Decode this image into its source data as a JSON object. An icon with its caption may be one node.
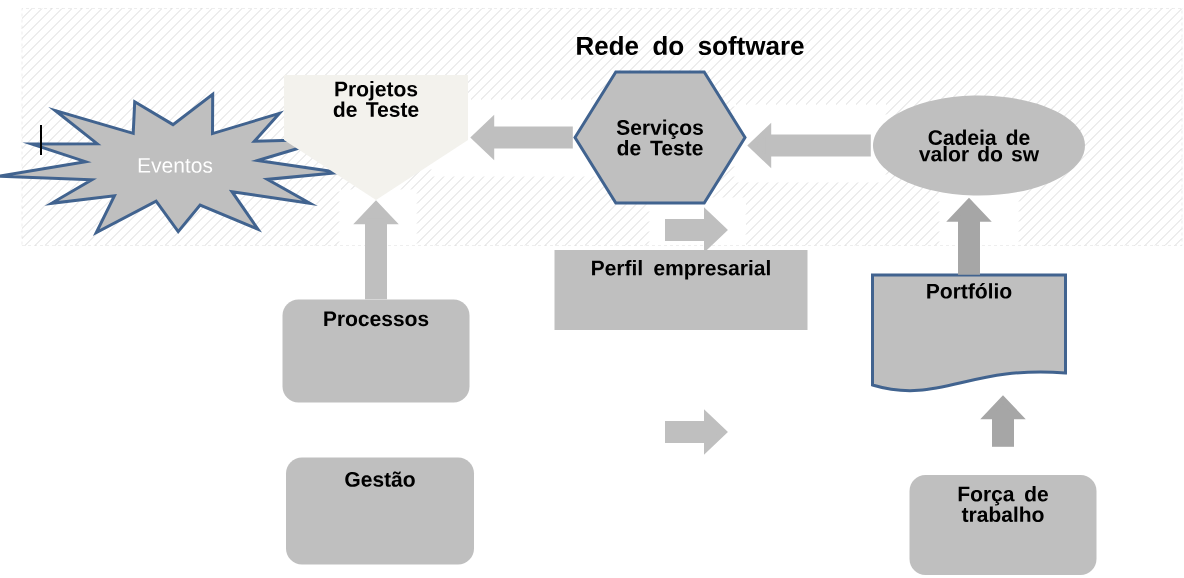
{
  "diagram": {
    "nodes": [
      {
        "text": [
          "Rede do software"
        ]
      },
      {
        "text": [
          "Eventos"
        ],
        "in": 0
      },
      {
        "text": [
          "Projetos de Teste"
        ],
        "in": 0
      },
      {
        "text": [
          "Serviços de Teste"
        ],
        "in": 0
      },
      {
        "text": [
          "Cadeia de valor do sw"
        ],
        "in": 0
      },
      {
        "text": [
          "Perfil empresarial"
        ]
      },
      {
        "text": [
          "Processos"
        ]
      },
      {
        "text": [
          "Portfólio"
        ]
      },
      {
        "text": [
          "Gestão"
        ]
      },
      {
        "text": [
          "Força de trabalho"
        ]
      }
    ],
    "edges": [
      {
        "from": 3,
        "to": 2,
        "arrow": "to"
      },
      {
        "from": 4,
        "to": 3,
        "arrow": "to"
      },
      {
        "from": 6,
        "to": 2,
        "arrow": "to"
      },
      {
        "from": 7,
        "to": 4,
        "arrow": "to",
        "color": "#a6a6a6"
      },
      {
        "from": 9,
        "to": 7,
        "arrow": "to",
        "color": "#a6a6a6"
      }
    ]
  }
}
